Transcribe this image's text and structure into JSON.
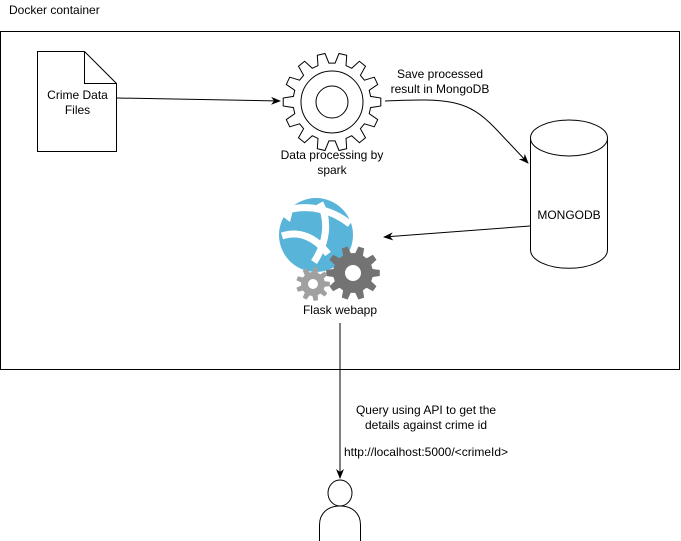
{
  "container": {
    "label": "Docker container"
  },
  "nodes": {
    "crime_files": {
      "line1": "Crime Data",
      "line2": "Files",
      "icon": "document-icon"
    },
    "spark": {
      "line1": "Data processing by",
      "line2": "spark",
      "icon": "gear-icon"
    },
    "mongodb": {
      "label": "MONGODB",
      "icon": "database-cylinder-icon"
    },
    "flask": {
      "label": "Flask webapp",
      "icon": "azure-webapp-gears-icon"
    },
    "user": {
      "icon": "user-icon"
    }
  },
  "edges": {
    "save": {
      "line1": "Save processed",
      "line2": "result in MongoDB"
    },
    "query": {
      "line1": "Query using API to get the",
      "line2": "details against crime id",
      "url": "http://localhost:5000/<crimeId>"
    }
  },
  "colors": {
    "globe_blue": "#59B4D9",
    "gear_dark": "#737373",
    "gear_light": "#a0a0a0",
    "stroke": "#000000"
  }
}
